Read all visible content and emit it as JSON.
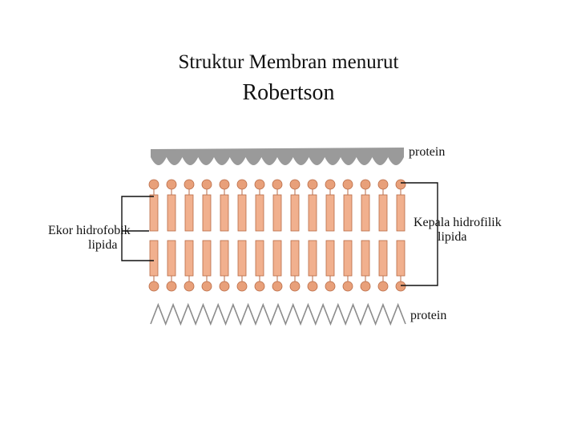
{
  "title": {
    "line1": "Struktur Membran menurut",
    "line2": "Robertson"
  },
  "labels": {
    "protein_top": "protein",
    "protein_bottom": "protein",
    "left_line1": "Ekor hidrofobik",
    "left_line2": "lipida",
    "right_line1": "Kepala hidrofilik",
    "right_line2": "lipida"
  },
  "diagram": {
    "lipid_columns": 15,
    "colors": {
      "lipid_head": "#e8a07a",
      "lipid_tail": "#f1b08e",
      "lipid_outline": "#b86a45",
      "protein_top": "#9a9a9a",
      "protein_zigzag": "#8c8c8c",
      "line": "#111111"
    }
  }
}
